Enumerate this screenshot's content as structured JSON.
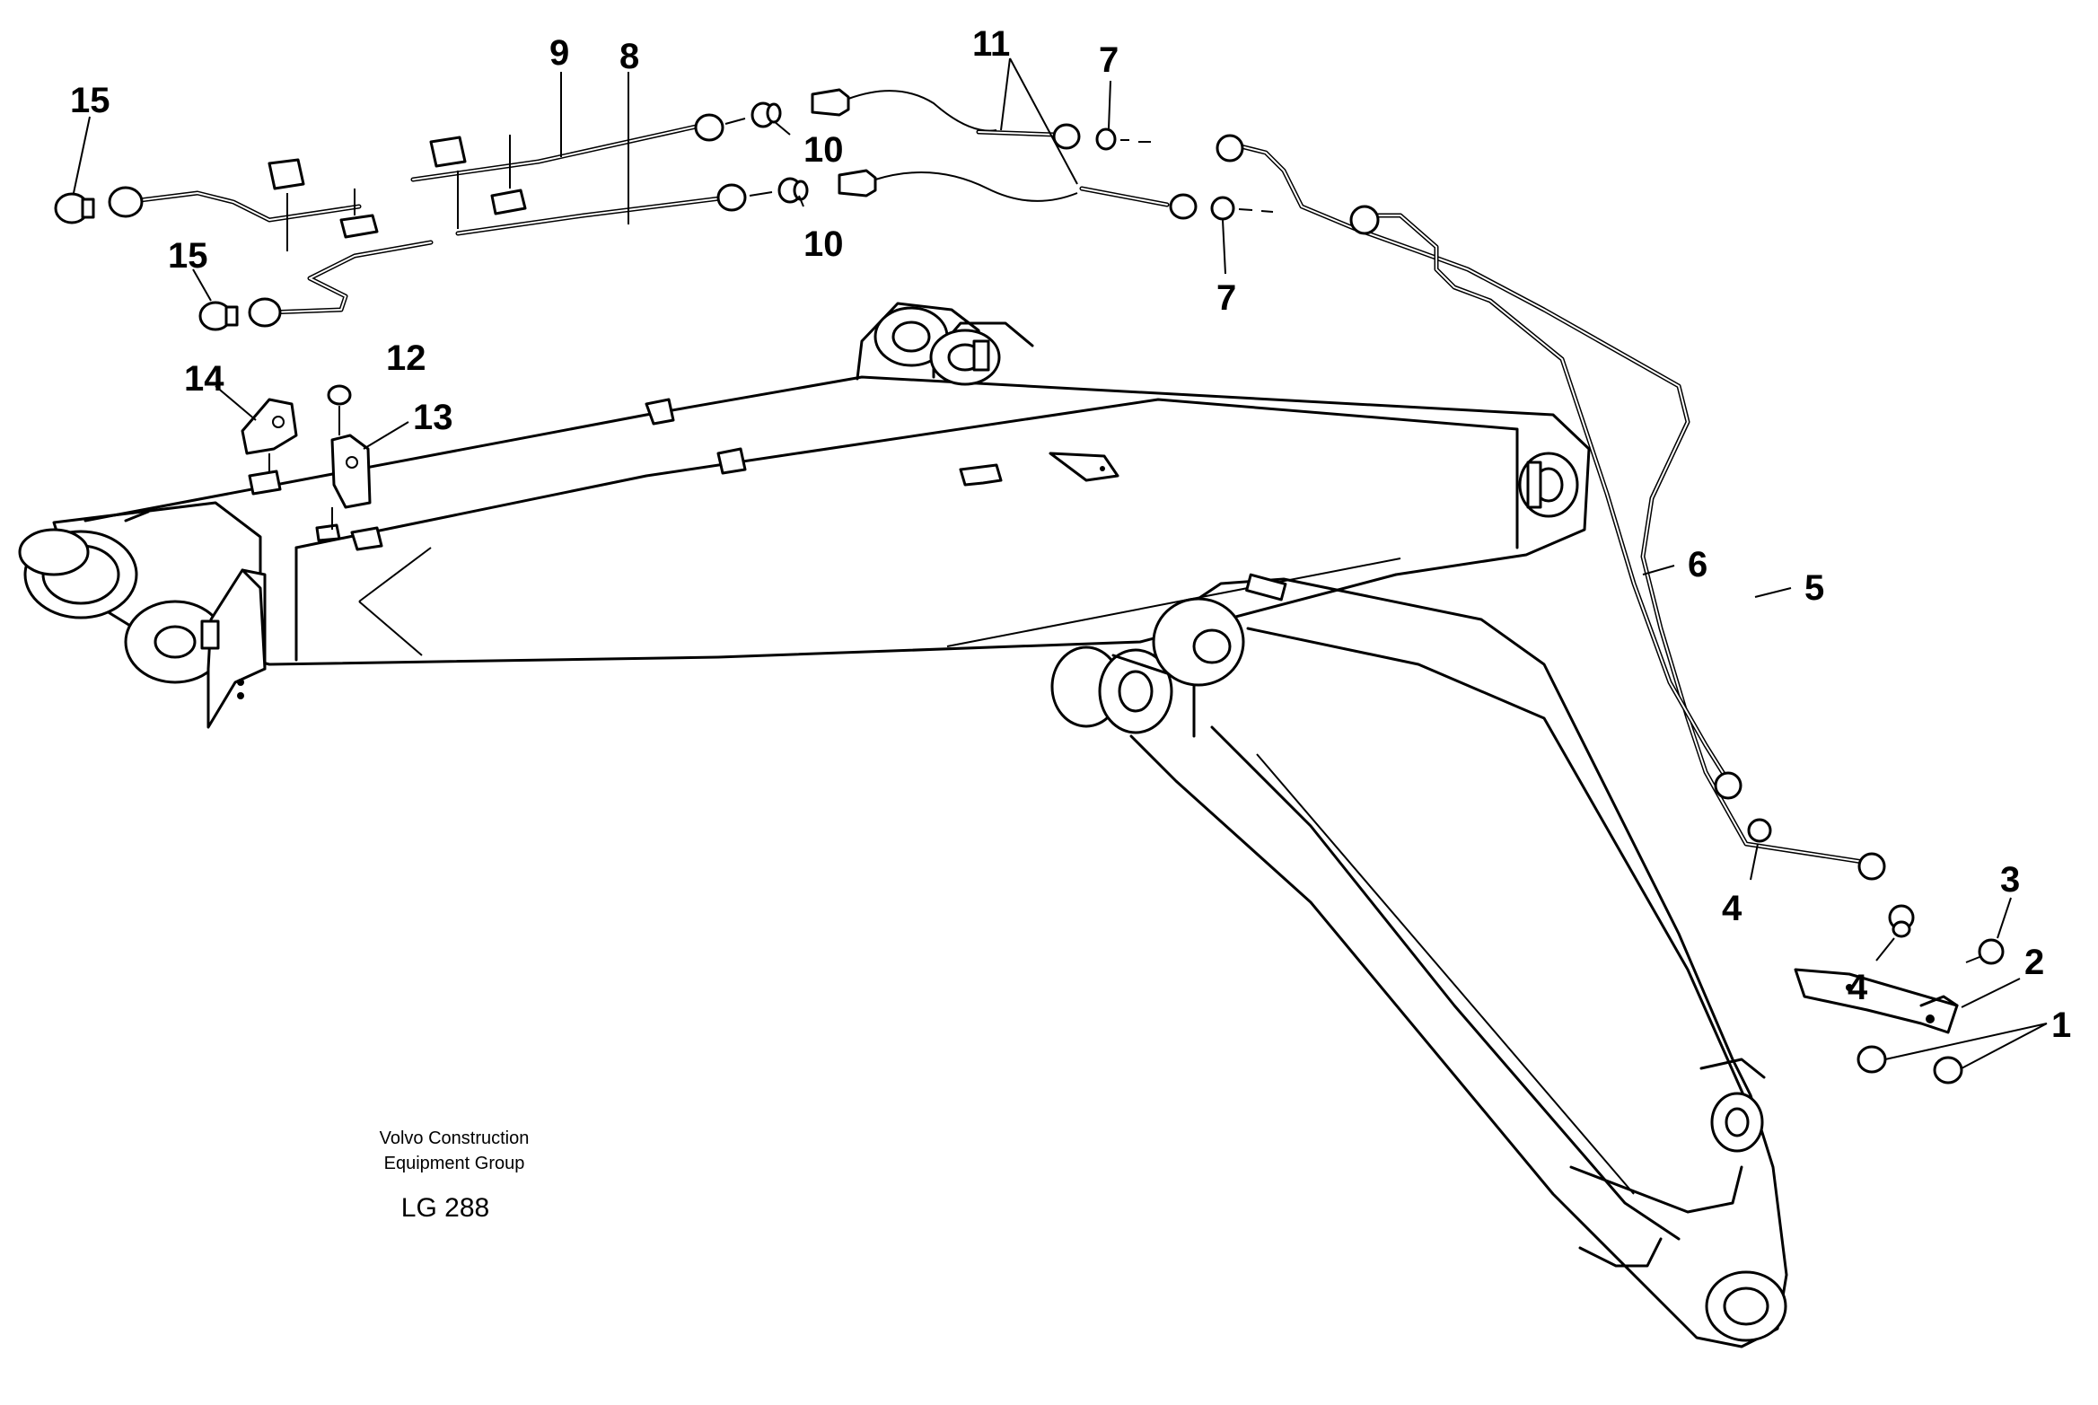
{
  "callouts": {
    "c15a": "15",
    "c15b": "15",
    "c9": "9",
    "c8": "8",
    "c10a": "10",
    "c10b": "10",
    "c11": "11",
    "c7a": "7",
    "c7b": "7",
    "c14": "14",
    "c12": "12",
    "c13": "13",
    "c6": "6",
    "c5": "5",
    "c4a": "4",
    "c4b": "4",
    "c3": "3",
    "c2": "2",
    "c1": "1"
  },
  "credit": {
    "line1": "Volvo Construction",
    "line2": "Equipment Group",
    "code": "LG 288"
  }
}
